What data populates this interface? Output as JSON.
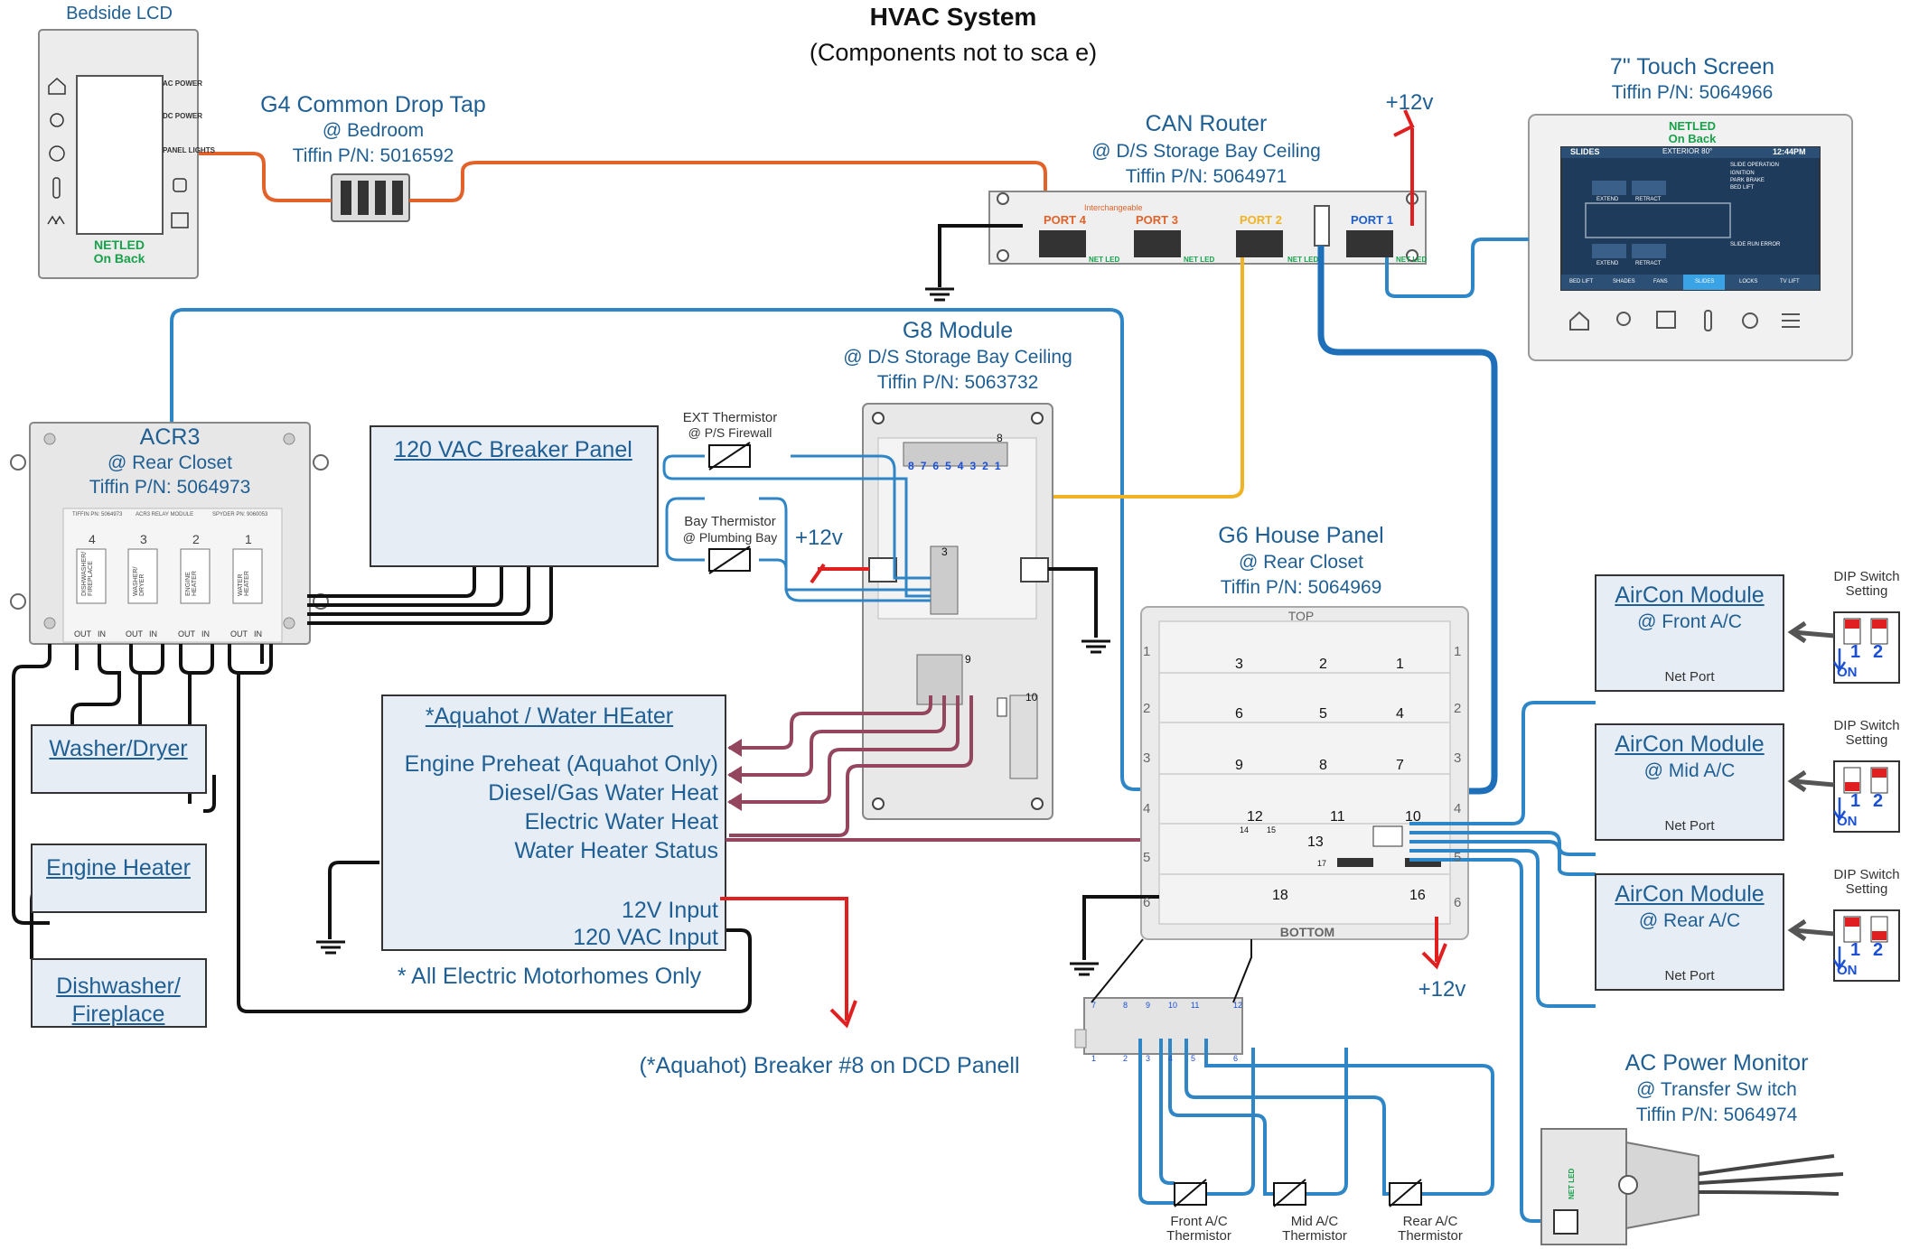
{
  "title": "HVAC System",
  "subtitle": "(Components not to sca e)",
  "bedside": {
    "label": "Bedside LCD",
    "buttons_right": [
      "AC POWER",
      "DC POWER",
      "PANEL LIGHTS"
    ],
    "netled": "NETLED",
    "on_back": "On Back"
  },
  "g4": {
    "title": "G4 Common Drop Tap",
    "loc": "@ Bedroom",
    "pn": "Tiffin P/N: 5016592"
  },
  "can": {
    "title": "CAN Router",
    "loc": "@ D/S Storage Bay Ceiling",
    "pn": "Tiffin P/N: 5064971",
    "ports": [
      "PORT 4",
      "PORT 3",
      "PORT 2",
      "PORT 1"
    ],
    "interchangeable": "Interchangeable",
    "netled": "NET LED"
  },
  "plus12": "+12v",
  "touch": {
    "title": "7\" Touch Screen",
    "pn": "Tiffin P/N: 5064966",
    "netled": "NETLED",
    "on_back": "On Back",
    "screen_top": [
      "SLIDES",
      "EXTERIOR 80°",
      "12:44PM"
    ],
    "screen_side": [
      "SLIDE OPERATION",
      "IGNITION",
      "PARK BRAKE",
      "BED LIFT",
      "SLIDE RUN ERROR"
    ],
    "btns": [
      "EXTEND",
      "RETRACT"
    ],
    "tabs": [
      "BED LIFT",
      "SHADES",
      "FANS",
      "SLIDES",
      "LOCKS",
      "TV LIFT"
    ]
  },
  "acr3": {
    "title": "ACR3",
    "loc": "@ Rear Closet",
    "pn": "Tiffin P/N: 5064973",
    "header": [
      "TIFFIN PN: 5064973",
      "ACR3 RELAY MODULE",
      "SPYDER PN: 9060053"
    ],
    "relays": [
      {
        "num": "4",
        "name": "DISHWASHER/ FIREPLACE"
      },
      {
        "num": "3",
        "name": "WASHER/ DRYER"
      },
      {
        "num": "2",
        "name": "ENGINE HEATER"
      },
      {
        "num": "1",
        "name": "WATER HEATER"
      }
    ],
    "out": "OUT",
    "in": "IN"
  },
  "breaker": {
    "title": "120 VAC Breaker Panel"
  },
  "g8": {
    "title": "G8 Module",
    "loc": "@ D/S Storage Bay Ceiling",
    "pn": "Tiffin P/N: 5063732",
    "pins": [
      "8",
      "7",
      "6",
      "5",
      "4",
      "3",
      "2",
      "1"
    ],
    "conn_a": "8",
    "conn_b": "3",
    "conn_c": "9",
    "conn_d": "10"
  },
  "ext_therm": {
    "title": "EXT Thermistor",
    "loc": "@ P/S Firewall"
  },
  "bay_therm": {
    "title": "Bay Thermistor",
    "loc": "@ Plumbing Bay"
  },
  "aquahot": {
    "title": "*Aquahot / Water HEater",
    "lines": [
      "Engine Preheat (Aquahot Only)",
      "Diesel/Gas Water Heat",
      "Electric Water Heat",
      "Water Heater Status"
    ],
    "inputs": [
      "12V Input",
      "120 VAC Input"
    ],
    "note": "* All Electric Motorhomes Only"
  },
  "breaker8": "(*Aquahot) Breaker #8 on DCD Panell",
  "loads": [
    "Washer/Dryer",
    "Engine Heater",
    "Dishwasher/ Fireplace"
  ],
  "g6": {
    "title": "G6 House Panel",
    "loc": "@ Rear Closet",
    "pn": "Tiffin P/N: 5064969",
    "top": "TOP",
    "bottom": "BOTTOM",
    "rows": [
      "1",
      "2",
      "3",
      "4",
      "5",
      "6"
    ],
    "conns": [
      "3",
      "2",
      "1",
      "6",
      "5",
      "4",
      "9",
      "8",
      "7",
      "12",
      "11",
      "10",
      "14",
      "15",
      "13",
      "17",
      "18",
      "16"
    ]
  },
  "aircon": [
    {
      "title": "AirCon Module",
      "loc": "@ Front A/C",
      "port": "Net Port"
    },
    {
      "title": "AirCon Module",
      "loc": "@ Mid A/C",
      "port": "Net Port"
    },
    {
      "title": "AirCon Module",
      "loc": "@ Rear A/C",
      "port": "Net Port"
    }
  ],
  "dip": {
    "label": "DIP Switch Setting",
    "on": "ON",
    "n1": "1",
    "n2": "2"
  },
  "acpm": {
    "title": "AC Power Monitor",
    "loc": "@ Transfer Sw itch",
    "pn": "Tiffin P/N: 5064974",
    "netled": "NET LED"
  },
  "acthermistors": [
    "Front A/C Thermistor",
    "Mid A/C Thermistor",
    "Rear A/C Thermistor"
  ],
  "terminal_labels": [
    "1",
    "2",
    "3",
    "4",
    "5",
    "6",
    "7",
    "8",
    "9",
    "10",
    "11",
    "12"
  ],
  "colors": {
    "blue": "#2f86c7",
    "orange": "#e2622a",
    "yellow": "#f0b323",
    "maroon": "#94465e",
    "red": "#e02020",
    "black": "#111111",
    "title": "#1f5f93"
  }
}
